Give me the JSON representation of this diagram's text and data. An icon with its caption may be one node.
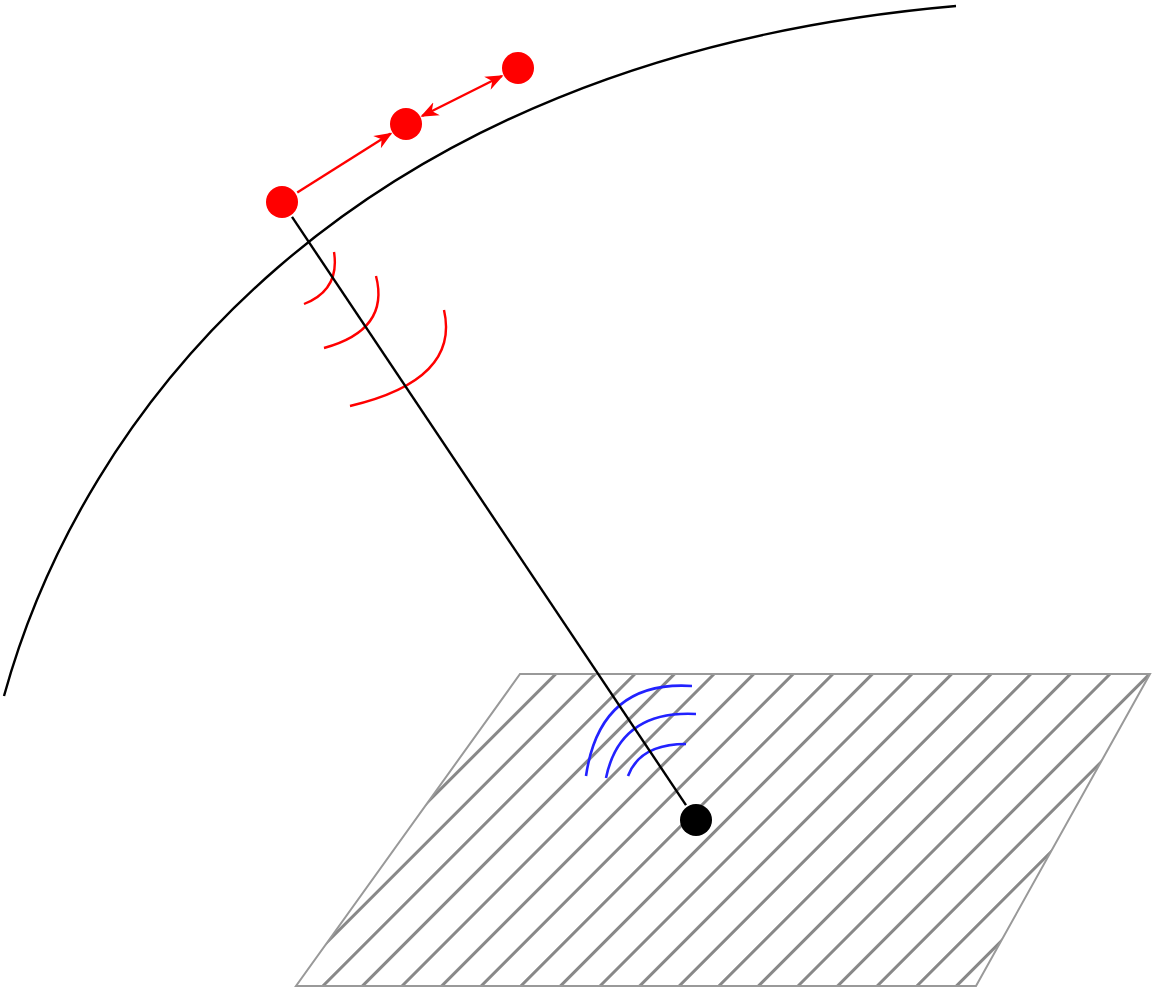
{
  "diagram": {
    "nodes": [
      {
        "text": [],
        "shape": "circle"
      },
      {
        "text": [],
        "shape": "circle"
      },
      {
        "text": [],
        "shape": "circle"
      },
      {
        "text": [],
        "shape": "circle"
      }
    ],
    "edges": [
      {
        "from": 0,
        "to": 3,
        "arrow": "none",
        "color": "#000000"
      },
      {
        "from": 0,
        "to": 1,
        "arrow": "to"
      },
      {
        "from": 1,
        "to": 2,
        "arrow": "both"
      }
    ]
  }
}
